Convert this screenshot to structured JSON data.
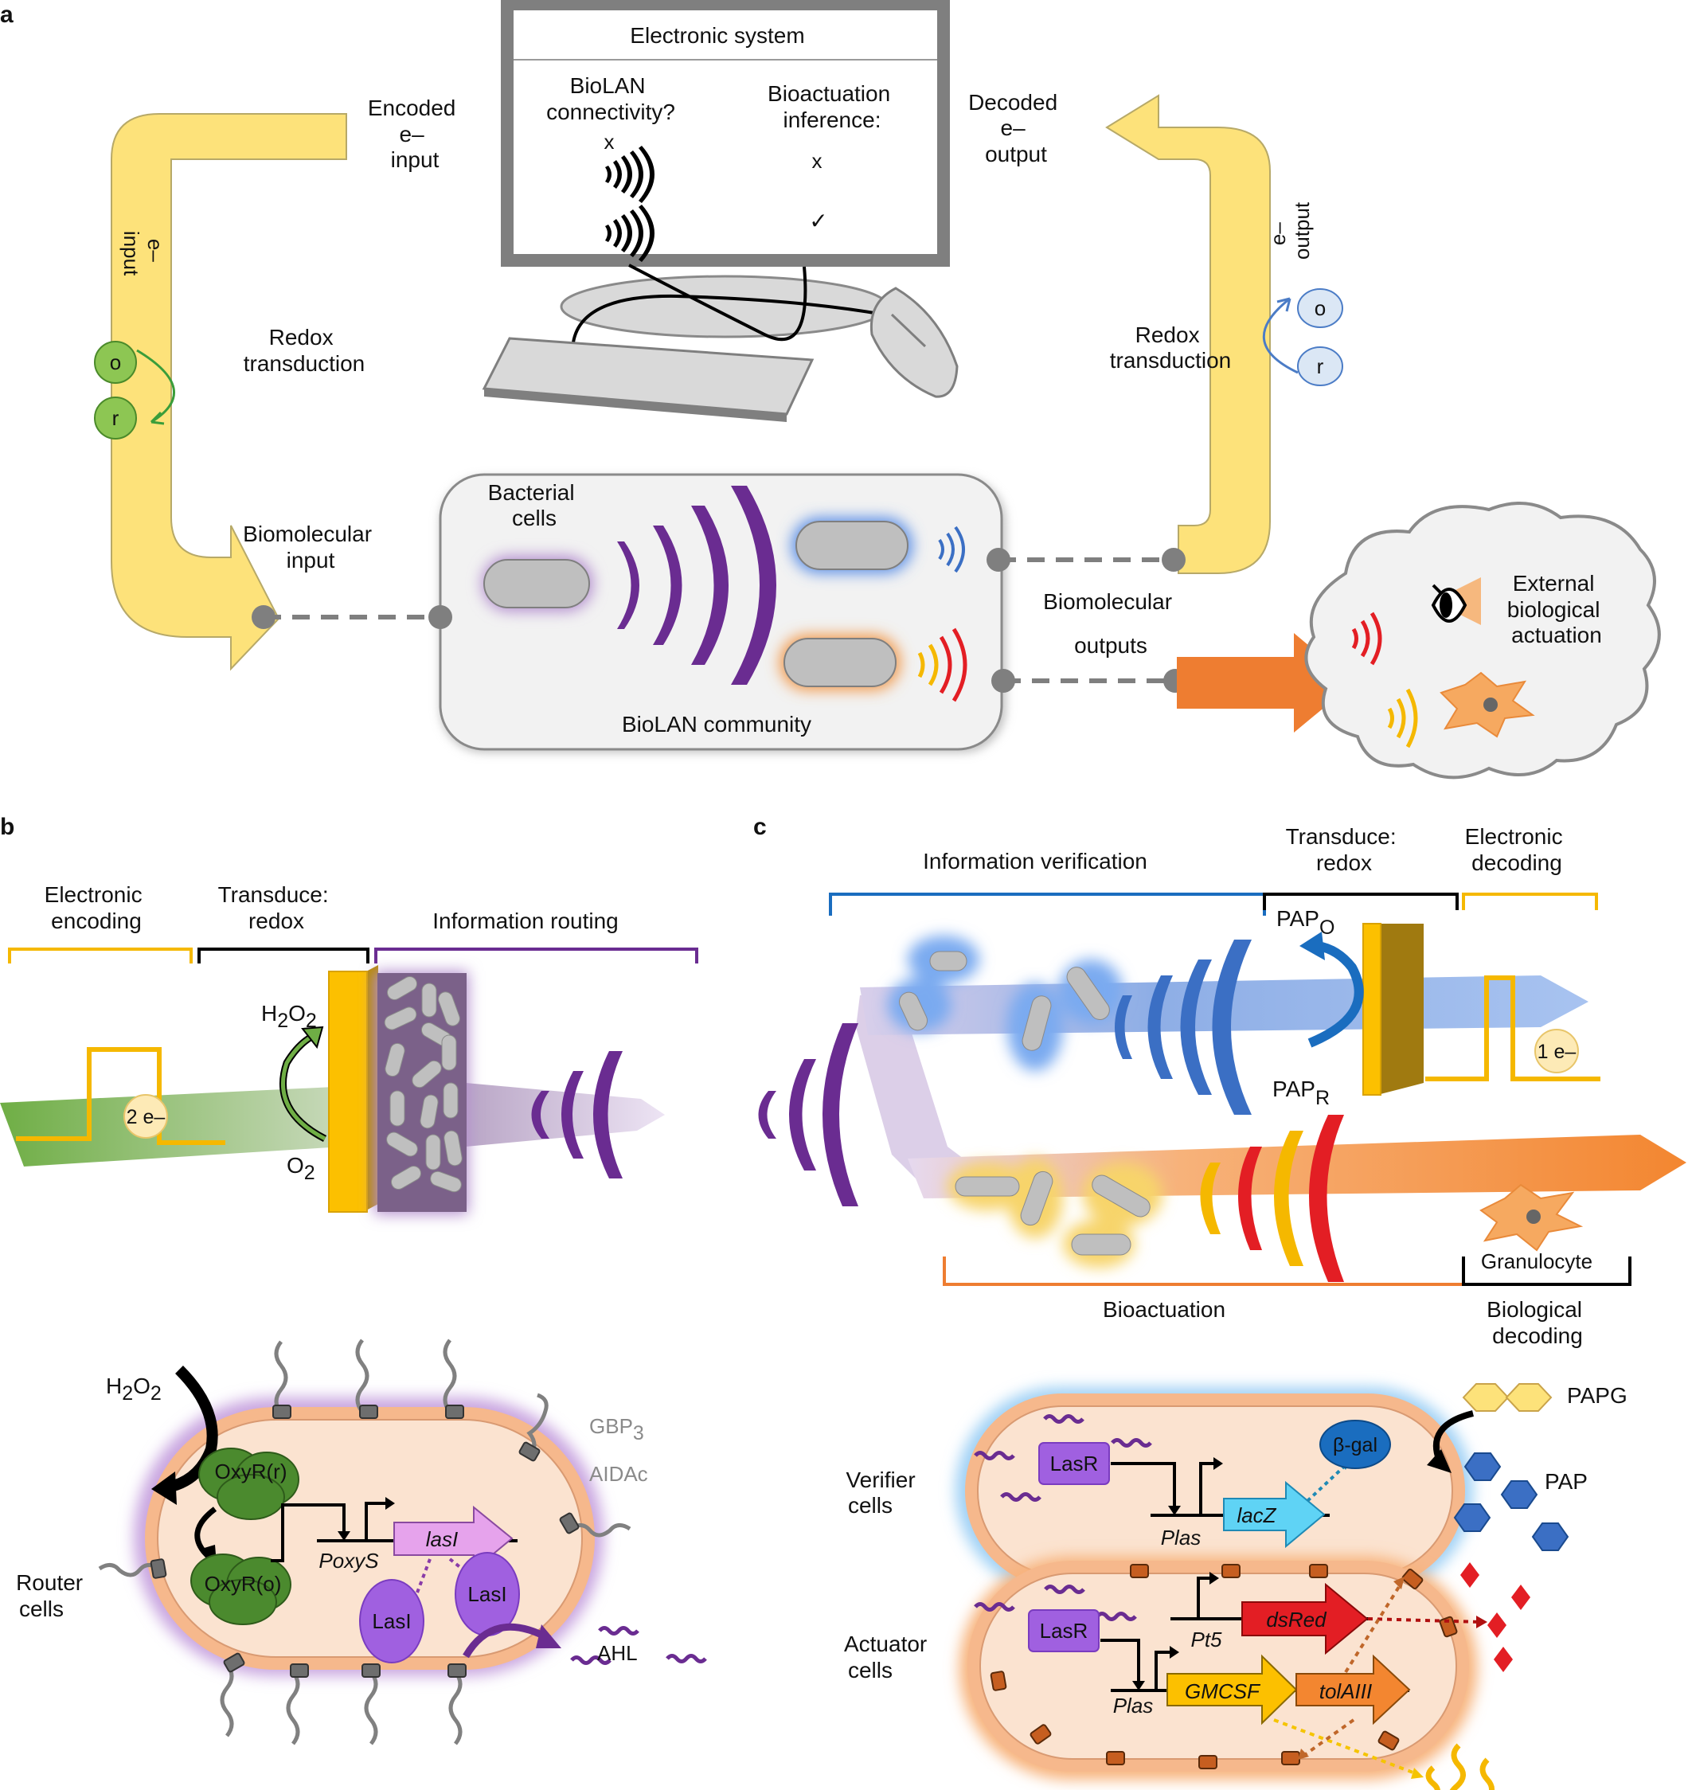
{
  "panel_labels": {
    "a": "a",
    "b": "b",
    "c": "c"
  },
  "a": {
    "electronic_system": "Electronic system",
    "biolan_connectivity": [
      "BioLAN",
      "connectivity?"
    ],
    "bioactuation_inference": [
      "Bioactuation",
      "inference:"
    ],
    "row_values": {
      "left_x": "x",
      "right_x": "x",
      "check": "✓"
    },
    "encoded_input": [
      "Encoded",
      "e–",
      "input"
    ],
    "decoded_output": [
      "Decoded",
      "e–",
      "output"
    ],
    "e_input_vertical": [
      "e–",
      "input"
    ],
    "e_output_vertical": [
      "e–",
      "output"
    ],
    "redox_transduction": [
      "Redox",
      "transduction"
    ],
    "redox_o": "o",
    "redox_r": "r",
    "biomolecular_input": [
      "Biomolecular",
      "input"
    ],
    "bacterial_cells": [
      "Bacterial",
      "cells"
    ],
    "biomolecular_outputs": [
      "Biomolecular",
      "outputs"
    ],
    "biolan_community": "BioLAN community",
    "external_actuation": [
      "External",
      "biological",
      "actuation"
    ]
  },
  "b": {
    "electronic_encoding": [
      "Electronic",
      "encoding"
    ],
    "transduce_redox": [
      "Transduce:",
      "redox"
    ],
    "information_routing": "Information routing",
    "h2o2": {
      "base": "H",
      "sub1": "2",
      "mid": "O",
      "sub2": "2"
    },
    "o2": {
      "base": "O",
      "sub": "2"
    },
    "two_e": "2 e–",
    "cell": {
      "h2o2": {
        "base": "H",
        "sub1": "2",
        "mid": "O",
        "sub2": "2"
      },
      "oxyr_r": "OxyR(r)",
      "oxyr_o": "OxyR(o)",
      "poxys": "PoxyS",
      "lasI_gene": "lasI",
      "lasI_protein": "LasI",
      "gbp3": {
        "base": "GBP",
        "sub": "3"
      },
      "aidac": "AIDAc",
      "router_cells": [
        "Router",
        "cells"
      ],
      "ahl": "AHL"
    }
  },
  "c": {
    "information_verification": "Information verification",
    "transduce_redox": [
      "Transduce:",
      "redox"
    ],
    "electronic_decoding": [
      "Electronic",
      "decoding"
    ],
    "pap_o": {
      "base": "PAP",
      "sub": "O"
    },
    "pap_r": {
      "base": "PAP",
      "sub": "R"
    },
    "one_e": "1 e–",
    "granulocyte": "Granulocyte",
    "bioactuation": "Bioactuation",
    "biological_decoding": [
      "Biological",
      "decoding"
    ],
    "cell": {
      "papg": "PAPG",
      "pap": "PAP",
      "beta_gal": "β-gal",
      "verifier_cells": [
        "Verifier",
        "cells"
      ],
      "actuator_cells": [
        "Actuator",
        "cells"
      ],
      "lasr": "LasR",
      "plas": "Plas",
      "lacz": "lacZ",
      "pt5": "Pt5",
      "dsred": "dsRed",
      "gmcsf": "GMCSF",
      "tolaiii": "tolAIII"
    }
  },
  "colors": {
    "yellow_arrow": "#fde27a",
    "purple": "#6a2c91",
    "blue": "#3b6fc4",
    "orange": "#ee7d31",
    "red": "#e31e24",
    "gold": "#fcc000",
    "green": "#6fae45",
    "cell_fill": "#fbe3d0"
  }
}
